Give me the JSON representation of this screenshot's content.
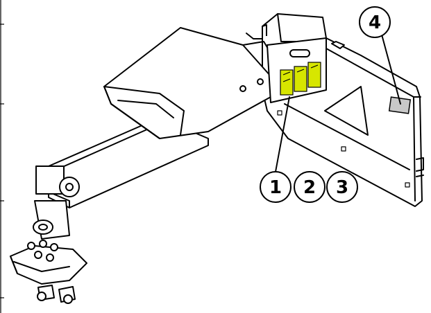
{
  "figure": {
    "callouts": [
      {
        "label": "1"
      },
      {
        "label": "2"
      },
      {
        "label": "3"
      },
      {
        "label": "4"
      }
    ],
    "colors": {
      "decal_yellow": "#d7e600",
      "plate_gray": "#c8c8c8",
      "line": "#000000"
    }
  }
}
